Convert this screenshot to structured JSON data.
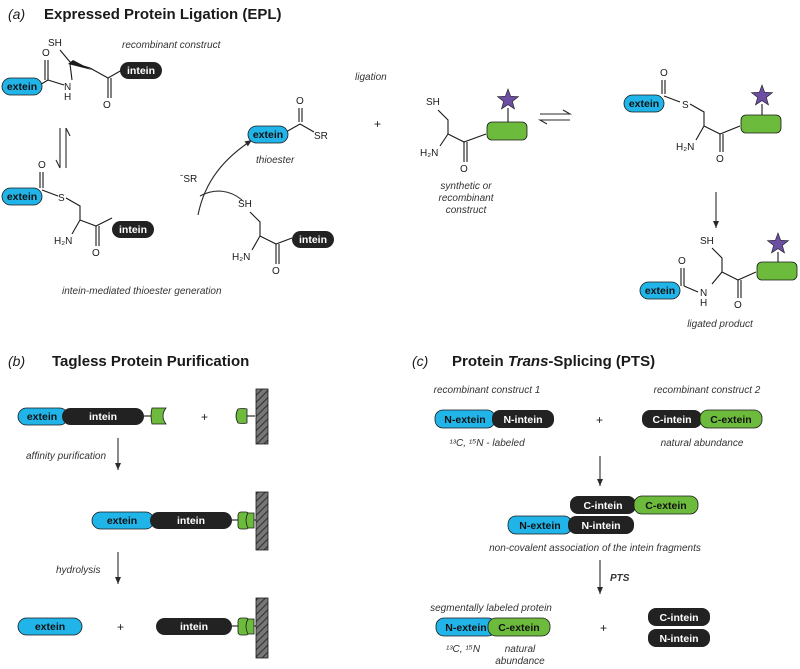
{
  "colors": {
    "extein": "#20b4e8",
    "intein": "#222222",
    "green_tag": "#6dbb3c",
    "star": "#6c4fa3",
    "resin": "#555555"
  },
  "icons": {
    "star": "star-label-icon",
    "resin": "hatched-resin-icon"
  },
  "panel_a": {
    "label": "(a)",
    "title": "Expressed Protein Ligation (EPL)",
    "recombinant_construct": "recombinant construct",
    "ligation": "ligation",
    "thioester": "thioester",
    "leaving_group": "ˉSR",
    "sr": "SR",
    "synthetic_construct": [
      "synthetic or",
      "recombinant",
      "construct"
    ],
    "intein_thioester_generation": "intein-mediated thioester generation",
    "ligated_product": "ligated product",
    "atoms": {
      "sh": "SH",
      "nh": "N",
      "h": "H",
      "h2n": "H₂N",
      "o": "O",
      "s": "S",
      "plus": "+"
    }
  },
  "panel_b": {
    "label": "(b)",
    "title": "Tagless Protein Purification",
    "affinity_purification": "affinity purification",
    "hydrolysis": "hydrolysis",
    "plus": "+"
  },
  "panel_c": {
    "label": "(c)",
    "title_pre": "Protein ",
    "title_em": "Trans",
    "title_post": "-Splicing (PTS)",
    "recombinant_construct_1": "recombinant construct 1",
    "recombinant_construct_2": "recombinant construct 2",
    "labeled": "¹³C, ¹⁵N - labeled",
    "natural_abundance": "natural abundance",
    "noncovalent": "non-covalent association of the intein fragments",
    "pts": "PTS",
    "segmentally_labeled": "segmentally labeled protein",
    "isotopes": "¹³C, ¹⁵N",
    "natural": "natural",
    "abundance": "abundance",
    "plus": "+"
  },
  "pills": {
    "extein": "extein",
    "intein": "intein",
    "n_extein": "N-extein",
    "n_intein": "N-intein",
    "c_intein": "C-intein",
    "c_extein": "C-extein"
  }
}
